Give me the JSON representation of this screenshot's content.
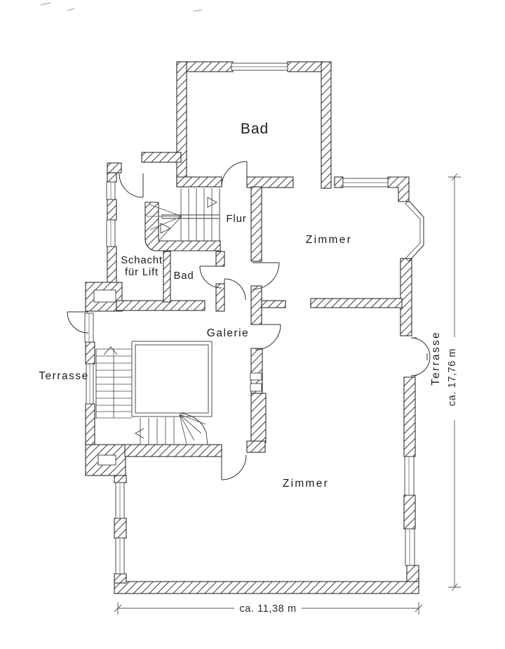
{
  "plan": {
    "type": "floor-plan",
    "labels": {
      "bad_top": "Bad",
      "flur": "Flur",
      "zimmer_upper": "Zimmer",
      "schacht_line1": "Schacht",
      "schacht_line2": "für Lift",
      "bad_small": "Bad",
      "galerie": "Galerie",
      "terrasse_left": "Terrasse",
      "zimmer_lower": "Zimmer",
      "terrasse_right": "Terrasse"
    },
    "dimensions": {
      "overall_depth": "ca. 17,76 m",
      "overall_width": "ca. 11,38 m"
    },
    "colors": {
      "ink": "#2e2e2e",
      "paper": "#ffffff"
    }
  }
}
